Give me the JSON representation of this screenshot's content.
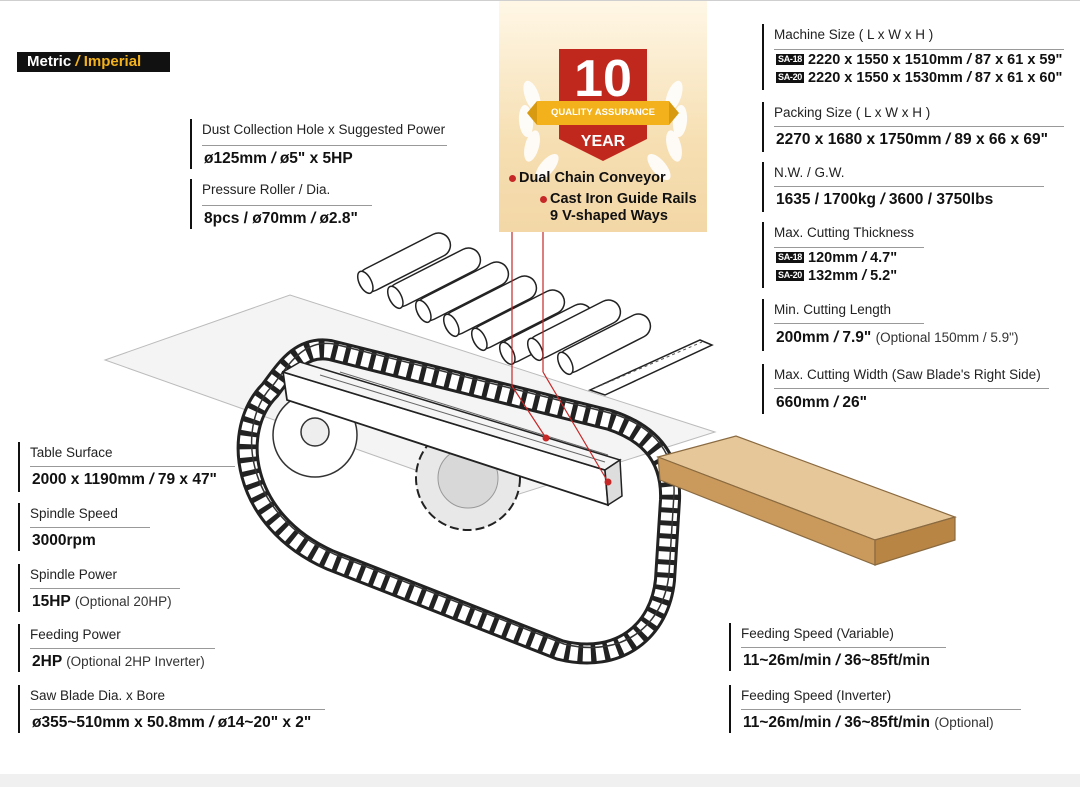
{
  "unit_toggle": {
    "metric": "Metric",
    "separator": "/",
    "imperial": "Imperial"
  },
  "badge": {
    "number": "10",
    "ribbon": "QUALITY ASSURANCE",
    "unit": "YEAR"
  },
  "callouts": {
    "chain": "Dual Chain Conveyor",
    "rails_1": "Cast Iron Guide Rails",
    "rails_2": "9 V-shaped Ways"
  },
  "specs": {
    "dust": {
      "label": "Dust Collection Hole x Suggested Power",
      "value": "ø125mm",
      "sep": "/",
      "value2": "ø5\" x 5HP"
    },
    "roller": {
      "label": "Pressure Roller / Dia.",
      "value": "8pcs / ø70mm",
      "sep": "/",
      "value2": "ø2.8\""
    },
    "table": {
      "label": "Table Surface",
      "value": "2000 x 1190mm",
      "sep": "/",
      "value2": "79 x 47\""
    },
    "spindle_speed": {
      "label": "Spindle Speed",
      "value": "3000rpm"
    },
    "spindle_power": {
      "label": "Spindle Power",
      "value": "15HP",
      "note": "(Optional 20HP)"
    },
    "feed_power": {
      "label": "Feeding Power",
      "value": "2HP",
      "note": "(Optional 2HP Inverter)"
    },
    "blade": {
      "label": "Saw Blade Dia. x Bore",
      "value": "ø355~510mm x 50.8mm",
      "sep": "/",
      "value2": "ø14~20\" x 2\""
    },
    "machine_size": {
      "label": "Machine Size ( L x W x H )",
      "rows": [
        {
          "model": "SA-18",
          "value": "2220 x 1550 x 1510mm",
          "sep": "/",
          "value2": "87 x 61 x 59\""
        },
        {
          "model": "SA-20",
          "value": "2220 x 1550 x 1530mm",
          "sep": "/",
          "value2": "87 x 61 x 60\""
        }
      ]
    },
    "packing": {
      "label": "Packing Size ( L x W x H )",
      "value": "2270 x 1680 x 1750mm",
      "sep": "/",
      "value2": "89 x 66 x 69\""
    },
    "weight": {
      "label": "N.W. / G.W.",
      "value": "1635 / 1700kg",
      "sep": "/",
      "value2": "3600 / 3750lbs"
    },
    "thickness": {
      "label": "Max. Cutting Thickness",
      "rows": [
        {
          "model": "SA-18",
          "value": "120mm",
          "sep": "/",
          "value2": "4.7\""
        },
        {
          "model": "SA-20",
          "value": "132mm",
          "sep": "/",
          "value2": "5.2\""
        }
      ]
    },
    "min_length": {
      "label": "Min. Cutting Length",
      "value": "200mm",
      "sep": "/",
      "value2": "7.9\"",
      "note": "(Optional 150mm / 5.9\")"
    },
    "max_width": {
      "label": "Max. Cutting Width (Saw Blade's Right Side)",
      "value": "660mm",
      "sep": "/",
      "value2": "26\""
    },
    "feed_var": {
      "label": "Feeding Speed (Variable)",
      "value": "11~26m/min",
      "sep": "/",
      "value2": "36~85ft/min"
    },
    "feed_inv": {
      "label": "Feeding Speed (Inverter)",
      "value": "11~26m/min",
      "sep": "/",
      "value2": "36~85ft/min",
      "note": "(Optional)"
    }
  },
  "colors": {
    "accent_yellow": "#f3b21b",
    "badge_red": "#c0281e",
    "wood": "#d8b67e"
  }
}
